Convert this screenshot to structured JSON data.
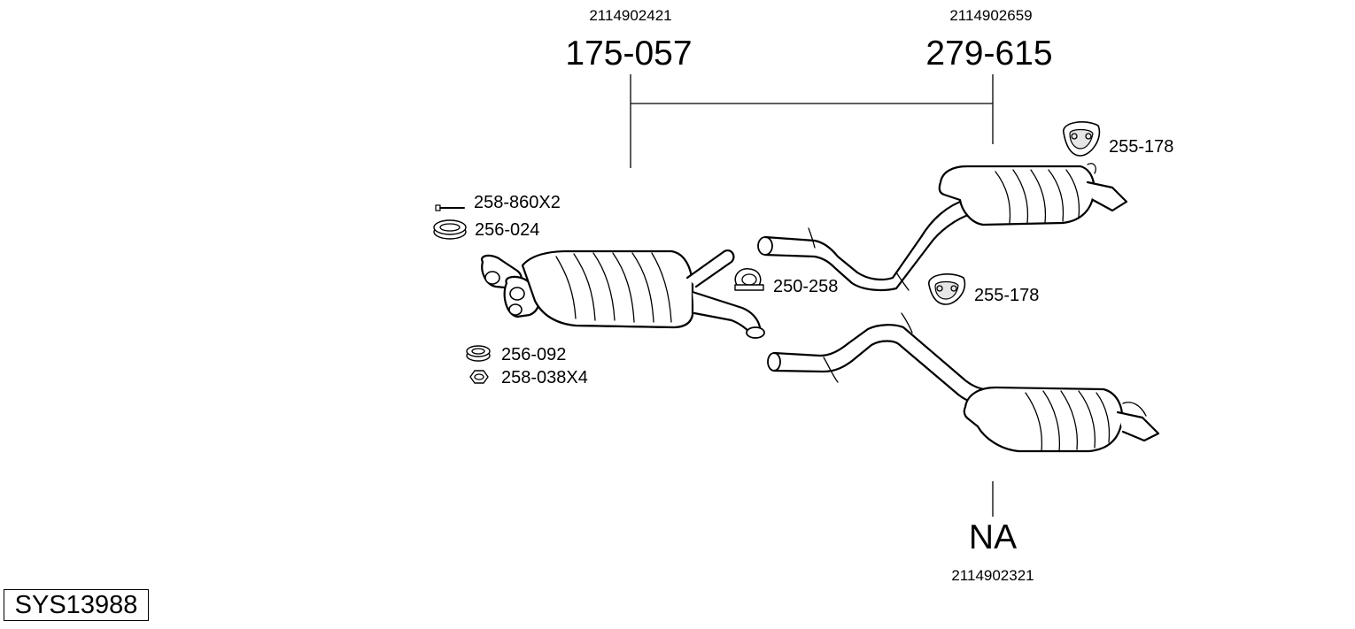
{
  "system_code": "SYS13988",
  "groups": [
    {
      "oe_number": "2114902421",
      "part_number": "175-057"
    },
    {
      "oe_number": "2114902659",
      "part_number": "279-615"
    },
    {
      "oe_number": "2114902321",
      "part_number": "NA"
    }
  ],
  "accessories": [
    {
      "part_number": "258-860X2",
      "icon": "bolt-icon"
    },
    {
      "part_number": "256-024",
      "icon": "gasket-ring-icon"
    },
    {
      "part_number": "256-092",
      "icon": "seal-ring-icon"
    },
    {
      "part_number": "258-038X4",
      "icon": "nut-icon"
    },
    {
      "part_number": "250-258",
      "icon": "clamp-icon"
    },
    {
      "part_number": "255-178",
      "icon": "rubber-mount-icon"
    },
    {
      "part_number": "255-178",
      "icon": "rubber-mount-icon"
    }
  ]
}
